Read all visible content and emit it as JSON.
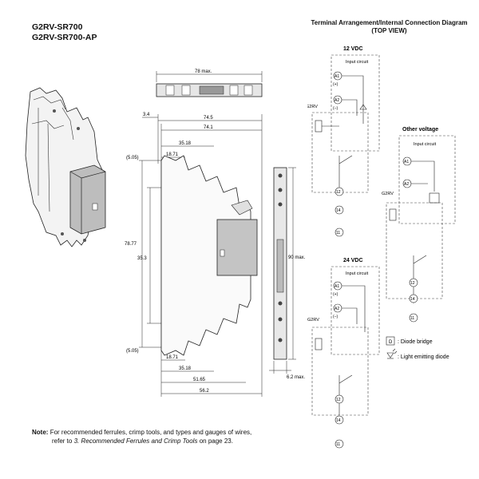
{
  "models": [
    "G2RV-SR700",
    "G2RV-SR700-AP"
  ],
  "connection_diagram": {
    "title": "Terminal Arrangement/Internal Connection Diagram",
    "subtitle": "(TOP VIEW)",
    "sections": {
      "v12": "12 VDC",
      "other": "Other voltage",
      "v24": "24 VDC"
    },
    "input_circuit": "Input circuit",
    "relay": "G2RV",
    "terminals": [
      "A1",
      "A2",
      "12",
      "14",
      "11"
    ],
    "plus": "(+)",
    "minus": "(–)",
    "legend": {
      "diode_bridge_symbol": "D",
      "diode_bridge": ": Diode bridge",
      "led": ": Light emitting diode"
    }
  },
  "dimensions": {
    "top_width": "78 max.",
    "w3_4": "3.4",
    "w74_5": "74.5",
    "w74_1": "74.1",
    "w35_18_top": "35.18",
    "w18_71_top": "18.71",
    "h5_05_top": "(5.05)",
    "h78_77": "78.77",
    "h35_3": "35.3",
    "h5_05_bottom": "(5.05)",
    "w18_71_bottom": "18.71",
    "w35_18_bottom": "35.18",
    "w51_65": "51.65",
    "w56_2": "56.2",
    "h90": "90 max.",
    "w6_2": "6.2 max."
  },
  "note": {
    "label": "Note:",
    "line1": "For recommended ferrules, crimp tools, and types and gauges of wires,",
    "line2_prefix": "refer to ",
    "line2_ref": "3. Recommended Ferrules and Crimp Tools",
    "line2_suffix": " on page 23."
  }
}
